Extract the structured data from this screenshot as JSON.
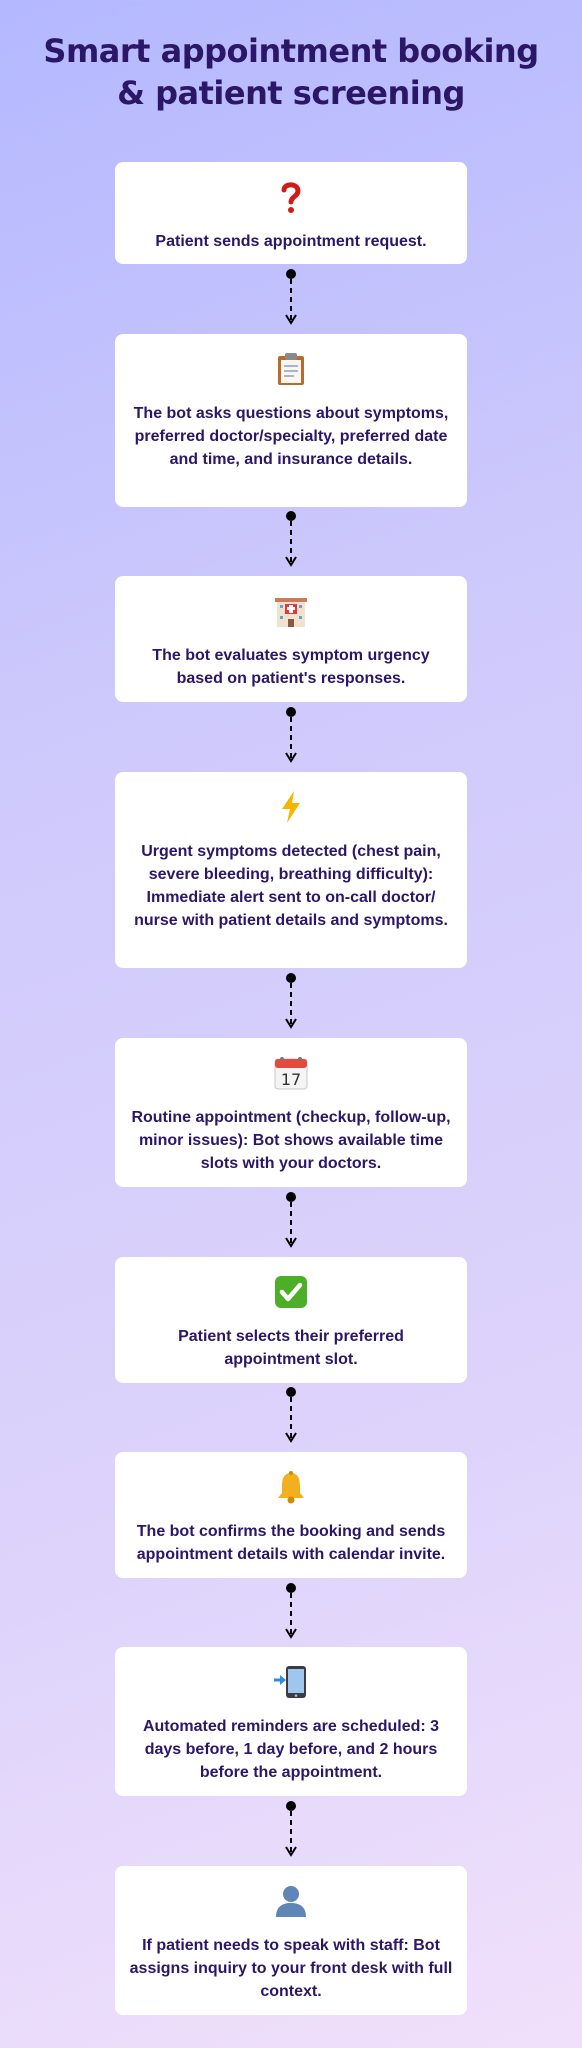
{
  "title_line1": "Smart appointment booking",
  "title_line2": "& patient screening",
  "steps": [
    {
      "icon": "question-mark-icon",
      "text": "Patient sends appointment request."
    },
    {
      "icon": "clipboard-icon",
      "text": "The bot asks questions about symptoms, preferred doctor/specialty, preferred date and time, and insurance details."
    },
    {
      "icon": "hospital-icon",
      "text": "The bot evaluates symptom urgency based on patient's responses."
    },
    {
      "icon": "lightning-icon",
      "text": "Urgent symptoms detected (chest pain, severe bleeding, breathing difficulty): Immediate alert sent to on-call doctor/ nurse with patient details and symptoms."
    },
    {
      "icon": "calendar-icon",
      "text": "Routine appointment (checkup, follow-up, minor issues): Bot shows available time slots with your doctors.",
      "calendar_day": "17"
    },
    {
      "icon": "check-mark-icon",
      "text": "Patient selects their preferred appointment slot."
    },
    {
      "icon": "bell-icon",
      "text": "The bot confirms the booking and sends appointment details with calendar invite."
    },
    {
      "icon": "mobile-phone-icon",
      "text": "Automated reminders are scheduled: 3 days before, 1 day before, and 2 hours before the appointment."
    },
    {
      "icon": "person-icon",
      "text": "If patient needs to speak with staff: Bot assigns inquiry to your front desk with full context."
    }
  ],
  "colors": {
    "title": "#2b1668",
    "text": "#2b1668",
    "card": "#ffffff",
    "connector": "#000000"
  }
}
